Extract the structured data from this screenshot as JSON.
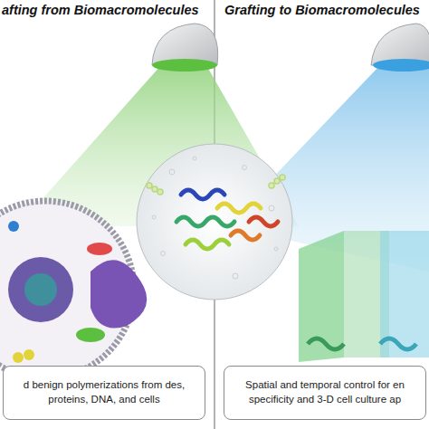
{
  "diagram": {
    "nodes": [
      {
        "text": [
          "d benign polymerizations from des, proteins, DNA, and cells"
        ]
      },
      {
        "text": [
          "Spatial and temporal control for en specificity and 3-D cell culture ap"
        ]
      }
    ],
    "labels": [
      "afting from Biomacromolecules",
      "Grafting to Biomacromolecules"
    ]
  }
}
